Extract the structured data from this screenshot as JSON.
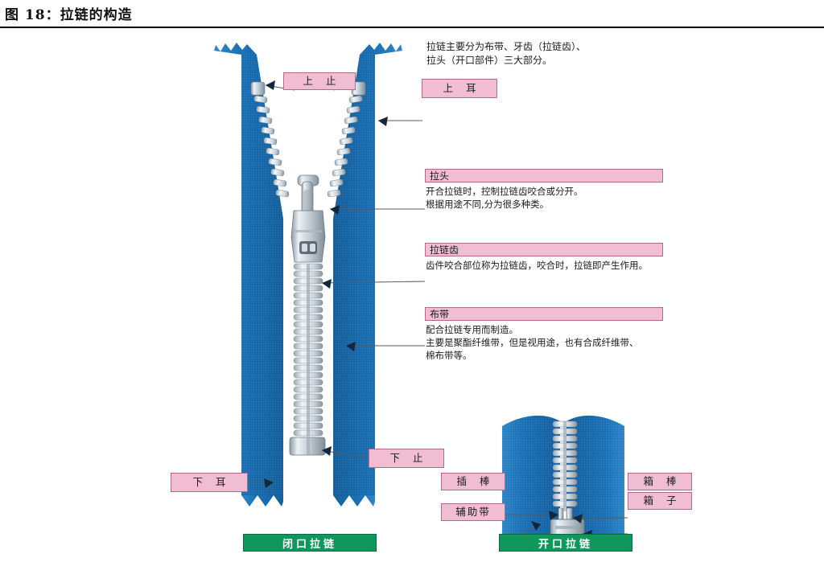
{
  "header": {
    "figure_title": "图 18：拉链的构造"
  },
  "figure": {
    "intro_text": "拉链主要分为布带、牙齿（拉链齿）、\n拉头（开口部件）三大部分。",
    "callouts": {
      "top_stop": "上  止",
      "top_ear": "上  耳",
      "slider": "拉头",
      "slider_desc": "开合拉链时，控制拉链齿咬合或分开。\n根据用途不同,分为很多种类。",
      "teeth": "拉链齿",
      "teeth_desc": "齿件咬合部位称为拉链齿，咬合时，拉链即产生作用。",
      "tape": "布带",
      "tape_desc": "配合拉链专用而制造。\n主要是聚酯纤维带，但是视用途，也有合成纤维带、\n棉布带等。",
      "bottom_stop": "下  止",
      "bottom_ear": "下  耳",
      "insert_pin": "插  棒",
      "aux_tape": "辅助带",
      "box_pin": "箱  棒",
      "box": "箱  子"
    },
    "captions": {
      "closed_end": "闭口拉链",
      "open_end": "开口拉链"
    },
    "colors": {
      "tape_blue": "#1c72b8",
      "tape_blue_dark": "#13year",
      "callout_pink": "#f0bdd3",
      "callout_pink_border": "#b06b8c",
      "caption_green": "#10985c",
      "teeth_grey": "#c9d2d9",
      "slider_grey": "#dce3e8"
    }
  }
}
